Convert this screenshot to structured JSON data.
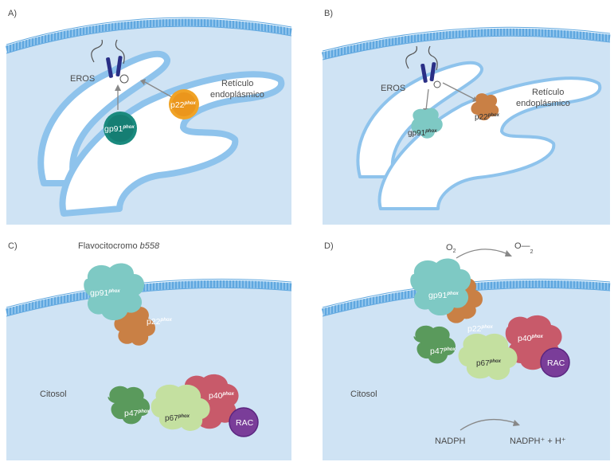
{
  "panels": {
    "a": {
      "letter": "A)",
      "eros": "EROS",
      "er_line1": "Retículo",
      "er_line2": "endoplásmico",
      "gp91": "gp91",
      "p22": "p22",
      "phox": "phox"
    },
    "b": {
      "letter": "B)",
      "eros": "EROS",
      "er_line1": "Retículo",
      "er_line2": "endoplásmico",
      "gp91": "gp91",
      "p22": "p22",
      "phox": "phox"
    },
    "c": {
      "letter": "C)",
      "flavo_prefix": "Flavocitocromo ",
      "flavo_italic": "b558",
      "gp91": "gp91",
      "p22": "p22",
      "p47": "p47",
      "p67": "p67",
      "p40": "p40",
      "phox": "phox",
      "rac": "RAC",
      "citosol": "Citosol"
    },
    "d": {
      "letter": "D)",
      "o2": "O",
      "o2_sub": "2",
      "superoxide": "O—",
      "superoxide_sub": "2",
      "gp91": "gp91",
      "p22": "p22",
      "p47": "p47",
      "p67": "p67",
      "p40": "p40",
      "phox": "phox",
      "rac": "RAC",
      "citosol": "Citosol",
      "nadph": "NADPH",
      "nadph_plus": "NADPH⁺ + H⁺"
    }
  },
  "colors": {
    "cytoplasm": "#cfe3f4",
    "membrane": "#8ec3ec",
    "er_fill": "#ffffff",
    "gp91_a": "#1a8a7e",
    "p22_a": "#f0a326",
    "gp91_light": "#7ec9c4",
    "p22_brown": "#c98045",
    "p47": "#5a9a5c",
    "p67": "#c4e0a0",
    "p40": "#c85a6a",
    "rac": "#7a3d99",
    "receptor": "#2a2f86"
  }
}
